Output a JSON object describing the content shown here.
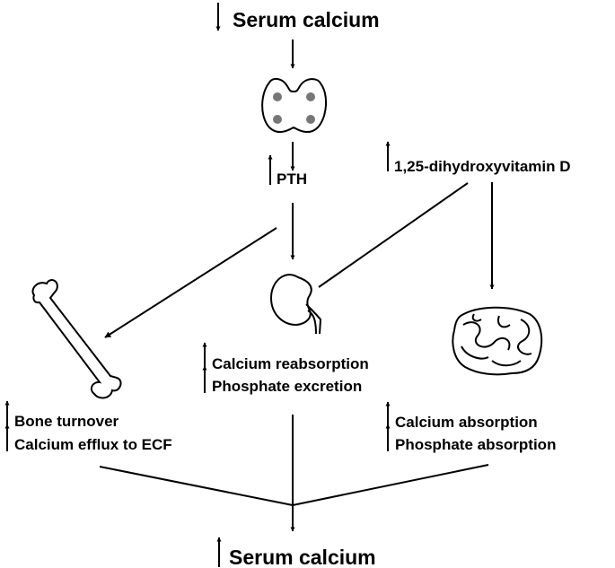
{
  "title_top": "Serum calcium",
  "title_bottom": "Serum calcium",
  "pth": "PTH",
  "vitamin_d": "1,25-dihydroxyvitamin D",
  "bone": {
    "line1": "Bone turnover",
    "line2": "Calcium efflux to ECF"
  },
  "kidney": {
    "line1": "Calcium reabsorption",
    "line2": "Phosphate excretion"
  },
  "intestine": {
    "line1": "Calcium absorption",
    "line2": "Phosphate absorption"
  },
  "icons": {
    "decrease": "down-arrow-icon",
    "increase": "up-arrow-icon",
    "parathyroid": "parathyroid-gland-icon",
    "bone": "bone-icon",
    "kidney": "kidney-icon",
    "intestine": "intestine-icon"
  }
}
